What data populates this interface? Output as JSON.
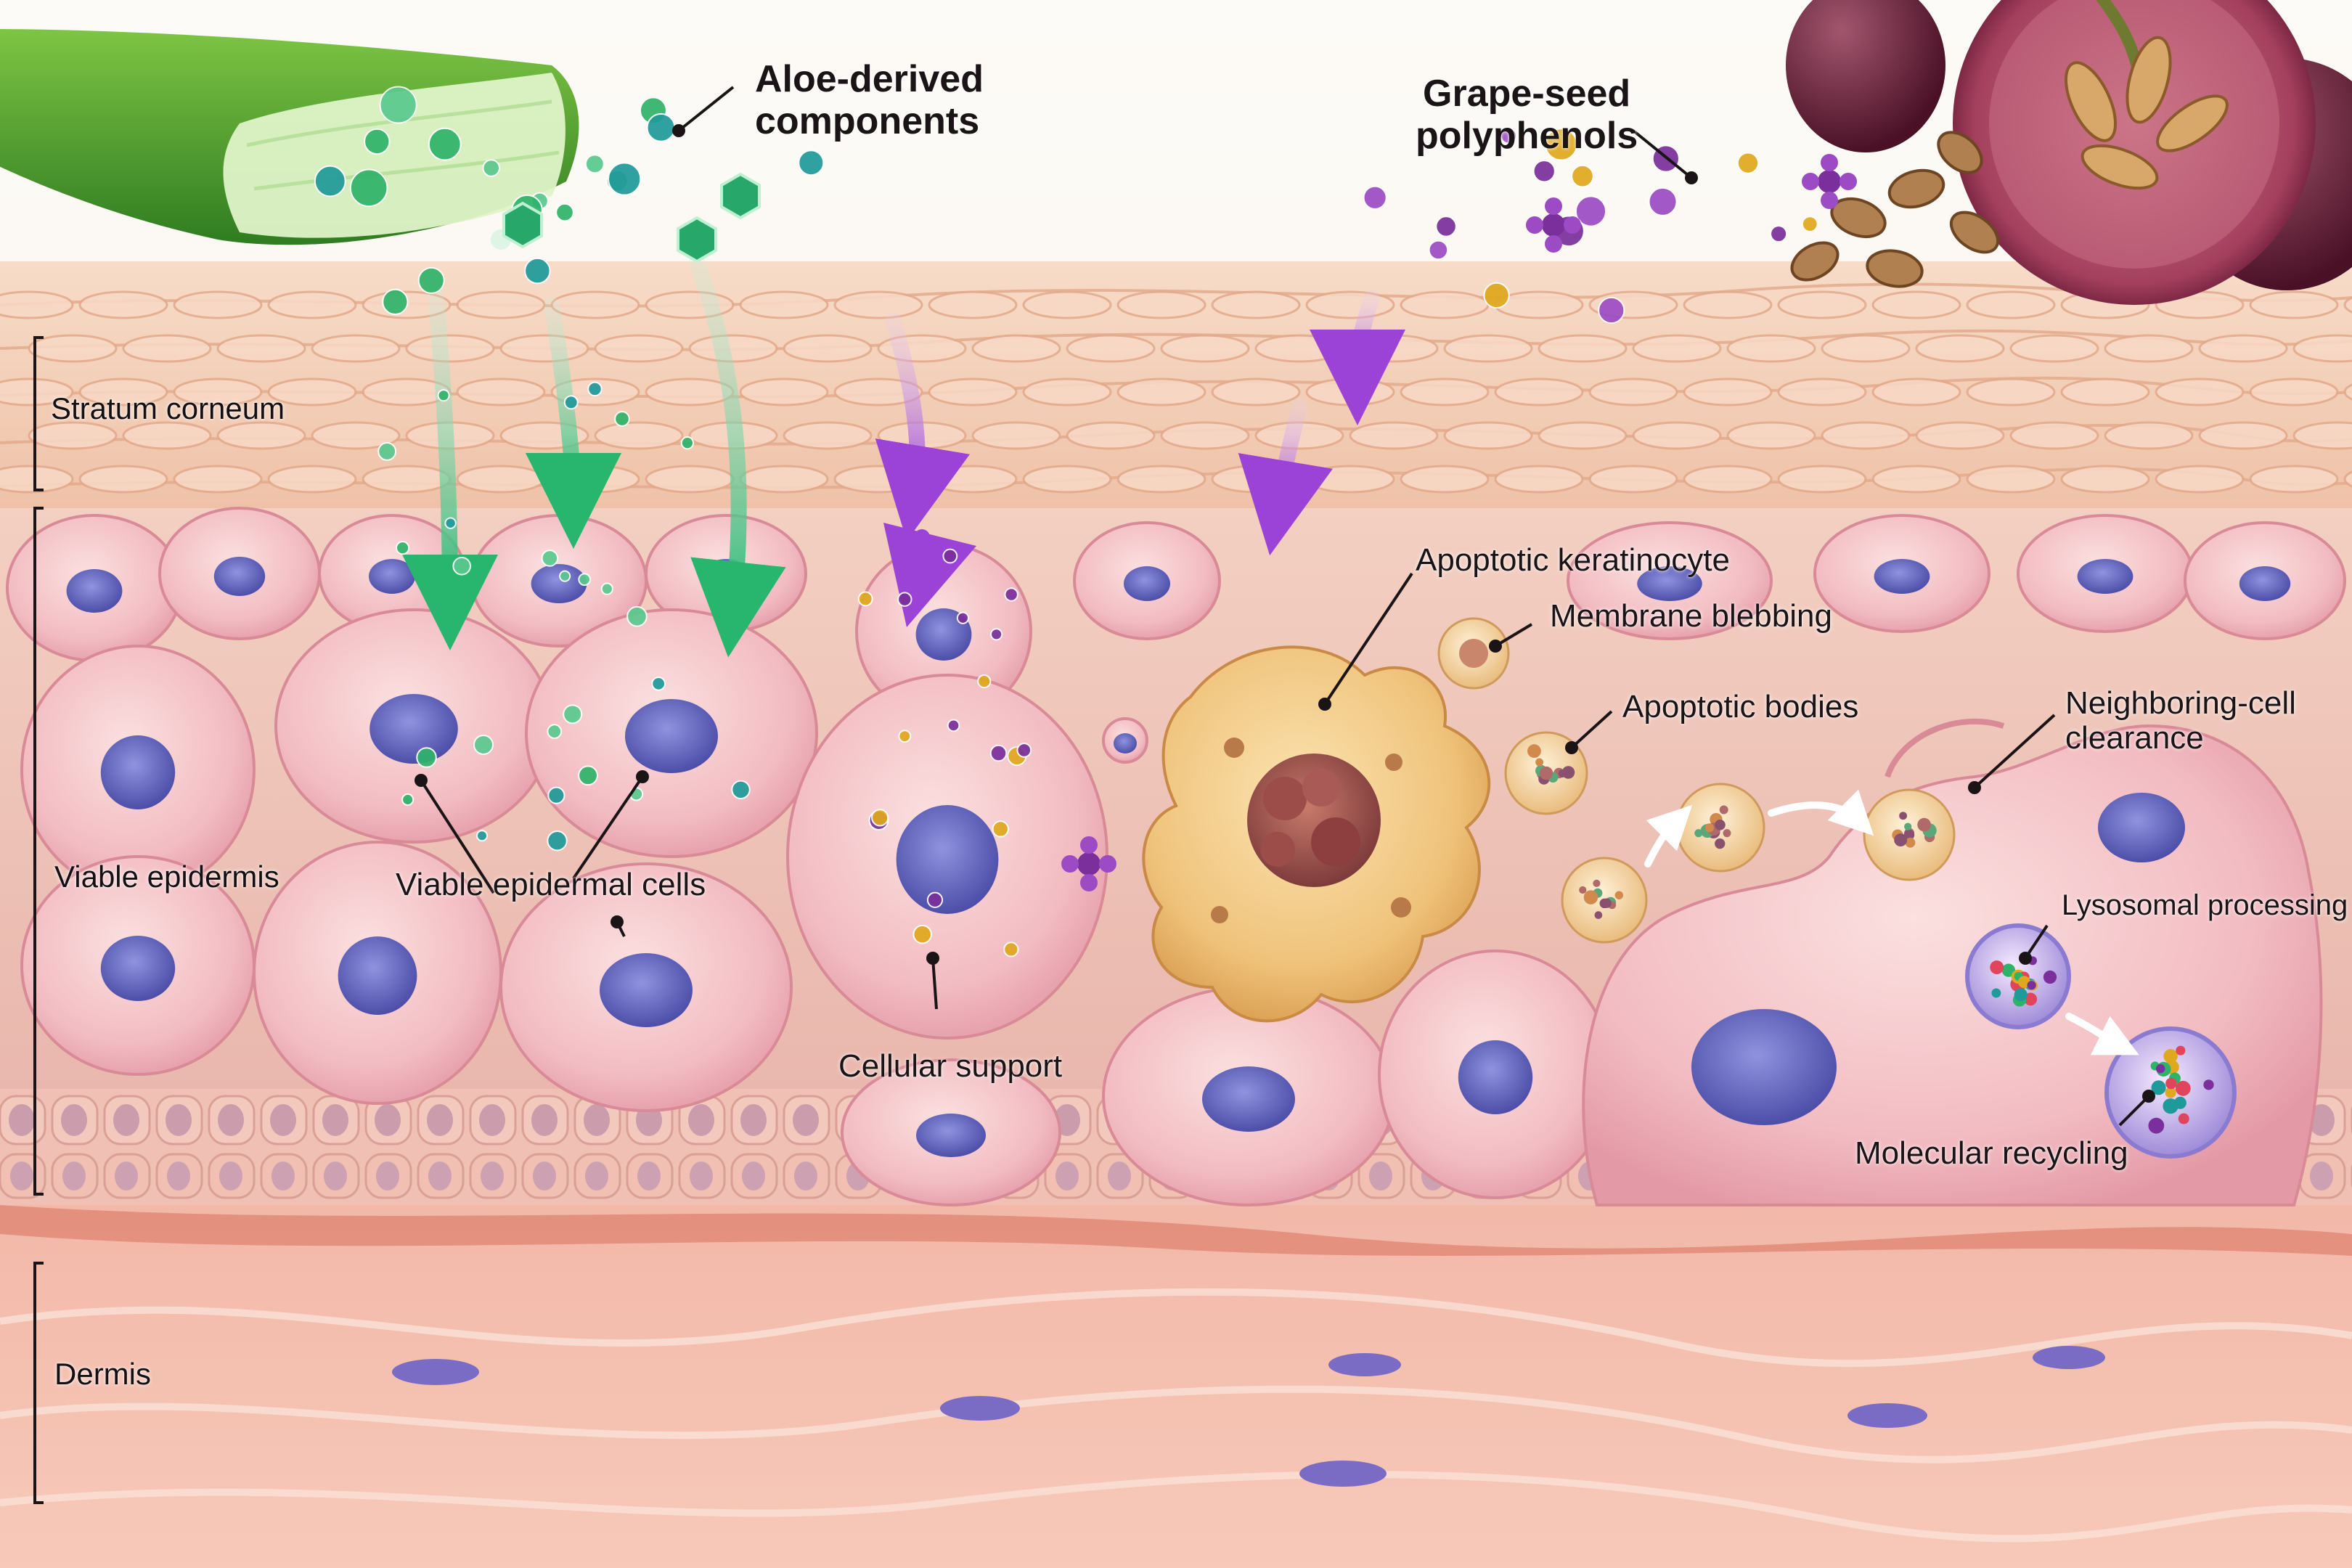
{
  "colors": {
    "aloe_particle": "#2fb36a",
    "aloe_teal": "#1f9a9a",
    "grape_purple": "#7a2f9c",
    "grape_gold": "#e0a81e",
    "apoptotic_cell": "#f0c070",
    "cell_pink": "#f1b7bd",
    "nucleus": "#6a6fc4",
    "dermis": "#f0b3a5",
    "stratum_corneum": "#f4cdb6"
  },
  "icons": {
    "aloe_leaf": "aloe-leaf-icon",
    "grape_cluster": "grape-icon"
  },
  "labels": {
    "aloe": "Aloe-derived\ncomponents",
    "grape": "Grape-seed\npolyphenols",
    "stratum_corneum": "Stratum corneum",
    "viable_epidermis": "Viable epidermis",
    "dermis": "Dermis",
    "viable_cells": "Viable epidermal cells",
    "cellular_support": "Cellular support",
    "apoptotic_keratinocyte": "Apoptotic keratinocyte",
    "membrane_blebbing": "Membrane blebbing",
    "apoptotic_bodies": "Apoptotic bodies",
    "neighboring_clearance": "Neighboring-cell\nclearance",
    "lysosomal": "Lysosomal processing",
    "molecular_recycling": "Molecular recycling"
  }
}
